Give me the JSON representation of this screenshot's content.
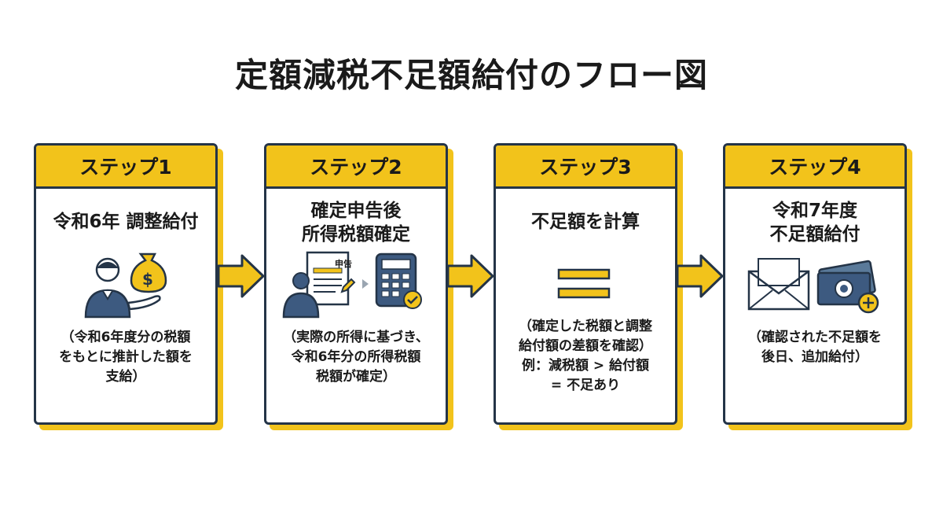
{
  "title": "定額減税不足額給付のフロー図",
  "colors": {
    "accent": "#f2c31b",
    "border": "#243447",
    "icon": "#3d5a80"
  },
  "steps": [
    {
      "label": "ステップ1",
      "title": "令和6年 調整給付",
      "description": "（令和6年度分の税額\nをもとに推計した額を\n支給）",
      "icon": "person-receiving-money-bag-icon"
    },
    {
      "label": "ステップ2",
      "title": "確定申告後\n所得税額確定",
      "description": "（実際の所得に基づき、\n令和6年分の所得税額\n税額が確定）",
      "document_label": "申告",
      "icon": "tax-filing-calculator-icon"
    },
    {
      "label": "ステップ3",
      "title": "不足額を計算",
      "description": "（確定した税額と調整\n給付額の差額を確認）\n例：減税額 > 給付額\n= 不足あり",
      "icon": "equals-icon"
    },
    {
      "label": "ステップ4",
      "title": "令和7年度\n不足額給付",
      "description": "（確認された不足額を\n後日、追加給付）",
      "icon": "envelope-cash-plus-icon"
    }
  ]
}
